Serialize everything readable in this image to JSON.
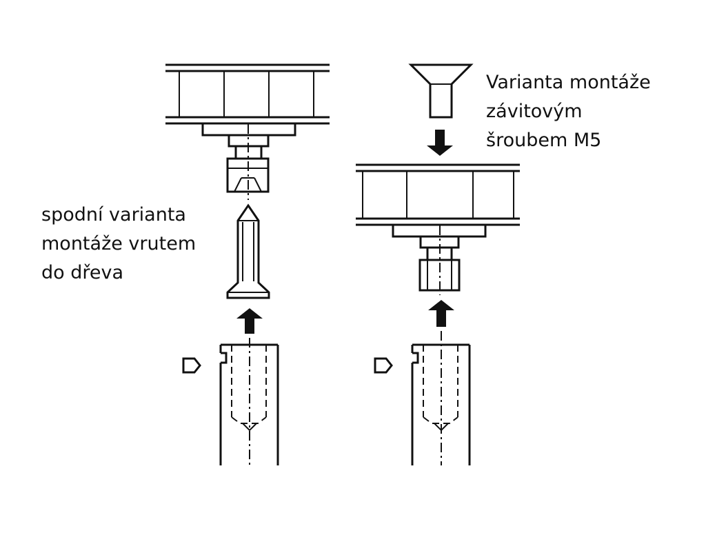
{
  "labels": {
    "left_line1": "spodní varianta",
    "left_line2": "montáže vrutem",
    "left_line3": "do dřeva",
    "right_line1": "Varianta montáže",
    "right_line2": "závitovým",
    "right_line3": "šroubem M5"
  },
  "colors": {
    "ink": "#111111",
    "background": "#ffffff"
  },
  "icons": {
    "push_arrow": "black-up-arrow",
    "push_arrow_down": "black-down-arrow",
    "side_marker": "pentagon-pointer-icon"
  }
}
